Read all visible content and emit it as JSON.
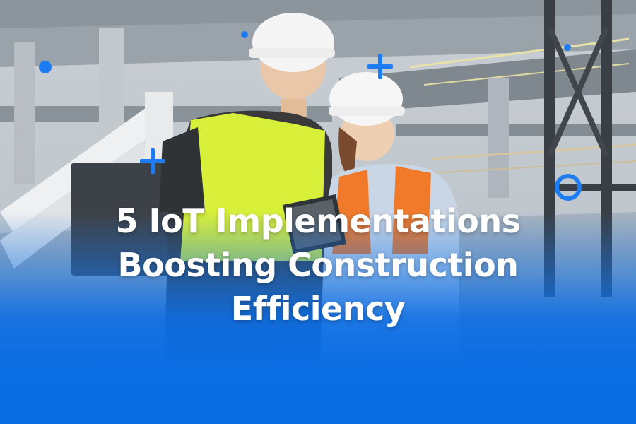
{
  "headline": {
    "line1": "5 IoT Implementations",
    "line2": "Boosting Construction",
    "line3": "Efficiency"
  },
  "colors": {
    "accent": "#1d7cf2",
    "overlay_blue": "#0b6ee3",
    "headline_text": "#ffffff",
    "vest_yellow": "#d9f03a",
    "vest_orange": "#f07a2a"
  },
  "decorations": {
    "plus_icon": "plus-shape",
    "dot_icon": "filled-circle",
    "ring_icon": "circle-outline"
  }
}
